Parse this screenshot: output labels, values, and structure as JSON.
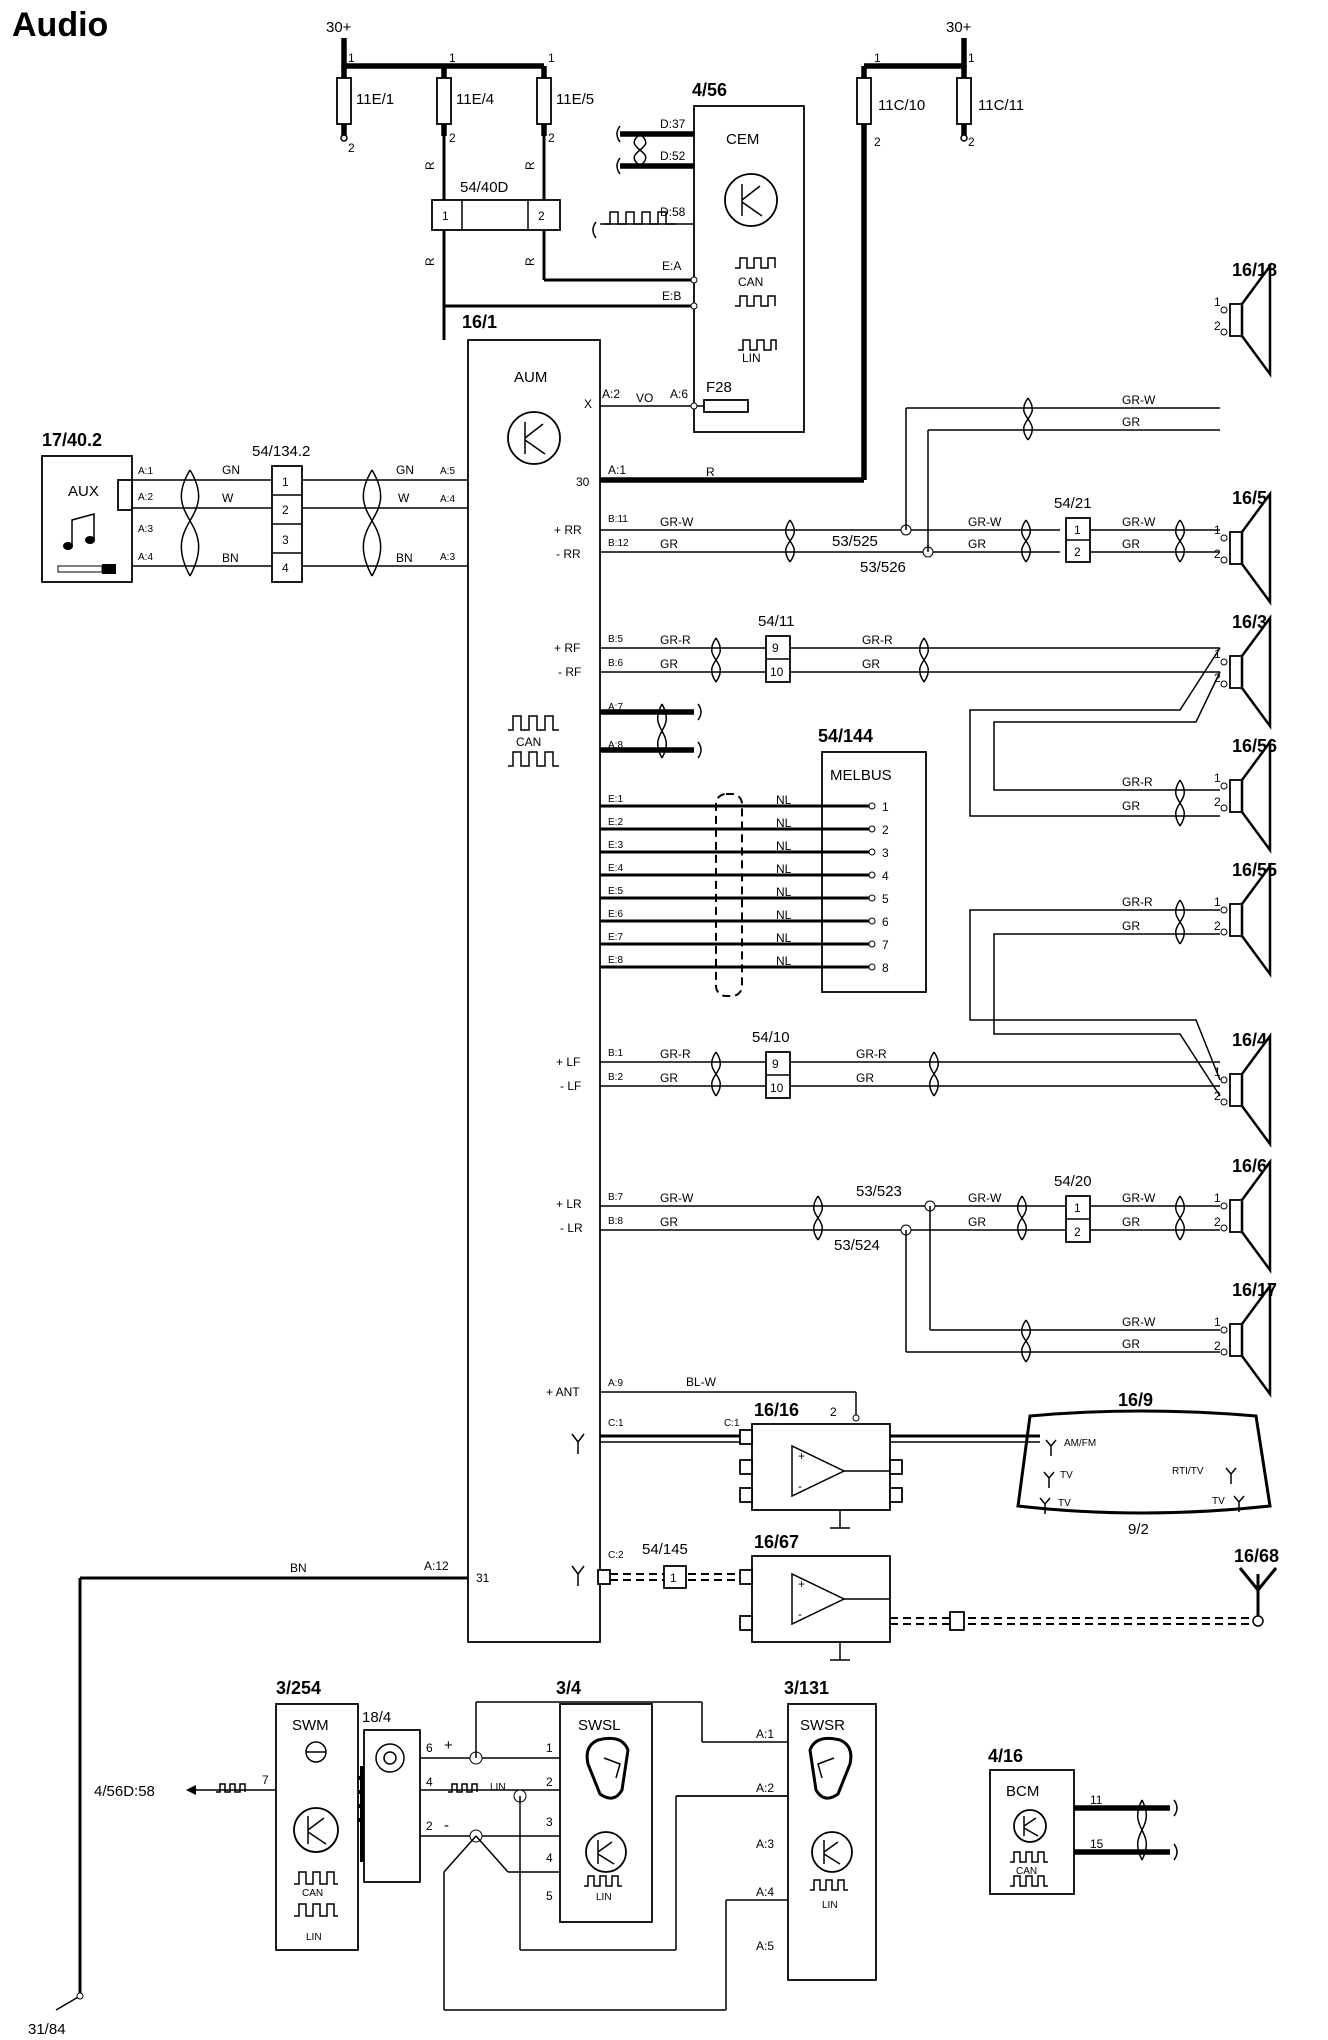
{
  "title": "Audio",
  "supply": {
    "left": "30+",
    "right": "30+"
  },
  "fuses": [
    {
      "id": "11E/1",
      "p1": "1",
      "p2": "2"
    },
    {
      "id": "11E/4",
      "p1": "1",
      "p2": "2"
    },
    {
      "id": "11E/5",
      "p1": "1",
      "p2": "2"
    },
    {
      "id": "11C/10",
      "p1": "1",
      "p2": "2"
    },
    {
      "id": "11C/11",
      "p1": "1",
      "p2": "2"
    }
  ],
  "connector_54_40d": {
    "id": "54/40D",
    "pins": [
      "1",
      "2"
    ],
    "wire": "R"
  },
  "cem": {
    "ref": "4/56",
    "name": "CEM",
    "pins": [
      "D:37",
      "D:52",
      "D:58",
      "E:A",
      "E:B"
    ],
    "can": "CAN",
    "lin": "LIN",
    "fuse": "F28",
    "fuse_pin": "A:6",
    "wire_vo": "VO"
  },
  "aum": {
    "ref": "16/1",
    "name": "AUM",
    "x_pin": "X",
    "a2": "A:2",
    "a1": "A:1",
    "pin30": "30",
    "r": "R",
    "rr_plus": "+ RR",
    "rr_minus": "- RR",
    "rf_plus": "+ RF",
    "rf_minus": "- RF",
    "lf_plus": "+ LF",
    "lf_minus": "- LF",
    "lr_plus": "+ LR",
    "lr_minus": "- LR",
    "ant_plus": "+ ANT",
    "can": "CAN",
    "pin31": "31",
    "a12": "A:12",
    "bn": "BN",
    "a7": "A:7",
    "a8": "A:8",
    "a9": "A:9",
    "c1": "C:1",
    "c2": "C:2"
  },
  "aux": {
    "ref": "17/40.2",
    "name": "AUX",
    "conn": "54/134.2",
    "pins": [
      "A:1",
      "A:2",
      "A:3",
      "A:4"
    ],
    "aum_pins": [
      "A:5",
      "A:4",
      "A:3"
    ],
    "conn_pins": [
      "1",
      "2",
      "3",
      "4"
    ],
    "wires": [
      "GN",
      "W",
      "BN"
    ]
  },
  "melbus": {
    "ref": "54/144",
    "name": "MELBUS",
    "wire": "NL",
    "pins_left": [
      "E:1",
      "E:2",
      "E:3",
      "E:4",
      "E:5",
      "E:6",
      "E:7",
      "E:8"
    ],
    "pins_right": [
      "1",
      "2",
      "3",
      "4",
      "5",
      "6",
      "7",
      "8"
    ]
  },
  "speakers": [
    {
      "ref": "16/18",
      "w1": "GR-W",
      "w2": "GR"
    },
    {
      "ref": "16/5",
      "w1": "GR-W",
      "w2": "GR"
    },
    {
      "ref": "16/3",
      "w1": "",
      "w2": ""
    },
    {
      "ref": "16/56",
      "w1": "GR-R",
      "w2": "GR"
    },
    {
      "ref": "16/55",
      "w1": "GR-R",
      "w2": "GR"
    },
    {
      "ref": "16/4",
      "w1": "",
      "w2": ""
    },
    {
      "ref": "16/6",
      "w1": "GR-W",
      "w2": "GR"
    },
    {
      "ref": "16/17",
      "w1": "GR-W",
      "w2": "GR"
    }
  ],
  "speaker_pins": [
    "1",
    "2"
  ],
  "wires": {
    "rr": {
      "pins": [
        "B:11",
        "B:12"
      ],
      "labels": [
        "GR-W",
        "GR"
      ],
      "split1": "53/525",
      "split2": "53/526",
      "conn": "54/21",
      "conn_pins": [
        "1",
        "2"
      ],
      "out": [
        "GR-W",
        "GR"
      ]
    },
    "rf": {
      "pins": [
        "B:5",
        "B:6"
      ],
      "labels": [
        "GR-R",
        "GR"
      ],
      "conn": "54/11",
      "conn_pins": [
        "9",
        "10"
      ],
      "out": [
        "GR-R",
        "GR"
      ]
    },
    "lf": {
      "pins": [
        "B:1",
        "B:2"
      ],
      "labels": [
        "GR-R",
        "GR"
      ],
      "conn": "54/10",
      "conn_pins": [
        "9",
        "10"
      ],
      "out": [
        "GR-R",
        "GR"
      ]
    },
    "lr": {
      "pins": [
        "B:7",
        "B:8"
      ],
      "labels": [
        "GR-W",
        "GR"
      ],
      "split1": "53/523",
      "split2": "53/524",
      "conn": "54/20",
      "conn_pins": [
        "1",
        "2"
      ],
      "out": [
        "GR-W",
        "GR"
      ]
    }
  },
  "antenna": {
    "amp1": "16/16",
    "amp2": "16/67",
    "window": "16/9",
    "ant": "16/68",
    "wire": "BL-W",
    "pin2": "2",
    "conn": "54/145",
    "conn_pin": "1",
    "am_fm": "AM/FM",
    "tv": "TV",
    "rti_tv": "RTI/TV",
    "window_ref": "9/2",
    "c1": "C:1"
  },
  "swm": {
    "ref": "3/254",
    "name": "SWM",
    "can": "CAN",
    "lin": "LIN",
    "pin7": "7",
    "out_ref": "4/56D:58"
  },
  "clock_spring": {
    "ref": "18/4",
    "pins": [
      "6",
      "4",
      "2"
    ],
    "plus": "+",
    "minus": "-",
    "lin": "LIN"
  },
  "swsl": {
    "ref": "3/4",
    "name": "SWSL",
    "pins": [
      "1",
      "2",
      "3",
      "4",
      "5"
    ],
    "lin": "LIN"
  },
  "swsr": {
    "ref": "3/131",
    "name": "SWSR",
    "pins": [
      "A:1",
      "A:2",
      "A:3",
      "A:4",
      "A:5"
    ],
    "lin": "LIN"
  },
  "bcm": {
    "ref": "4/16",
    "name": "BCM",
    "pins": [
      "11",
      "15"
    ],
    "can": "CAN"
  },
  "ground": "31/84"
}
